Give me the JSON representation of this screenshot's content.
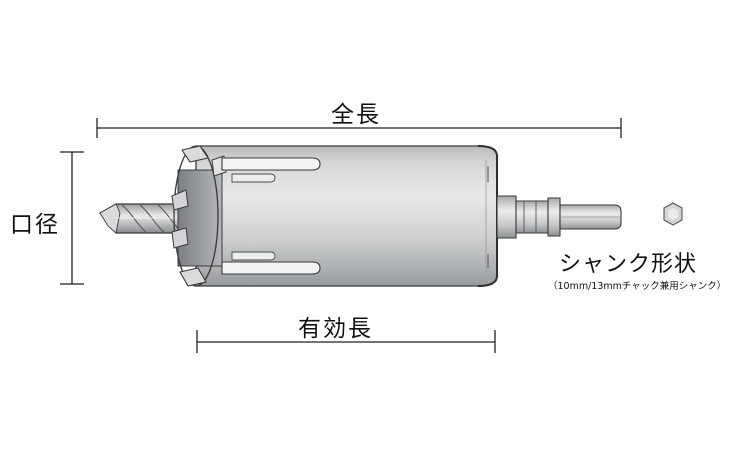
{
  "labels": {
    "overall_length": "全長",
    "diameter": "口径",
    "effective_length": "有効長",
    "shank_shape": "シャンク形状",
    "shank_note": "（10mm/13mmチャック兼用シャンク）"
  },
  "colors": {
    "body": "#c9cbcc",
    "body_highlight": "#e6e8e9",
    "body_shadow": "#9ea1a3",
    "outline": "#3a3a3a",
    "dimension_line": "#222222"
  },
  "icons": [
    "core-drill-illustration",
    "hexagonal-shank-icon"
  ]
}
